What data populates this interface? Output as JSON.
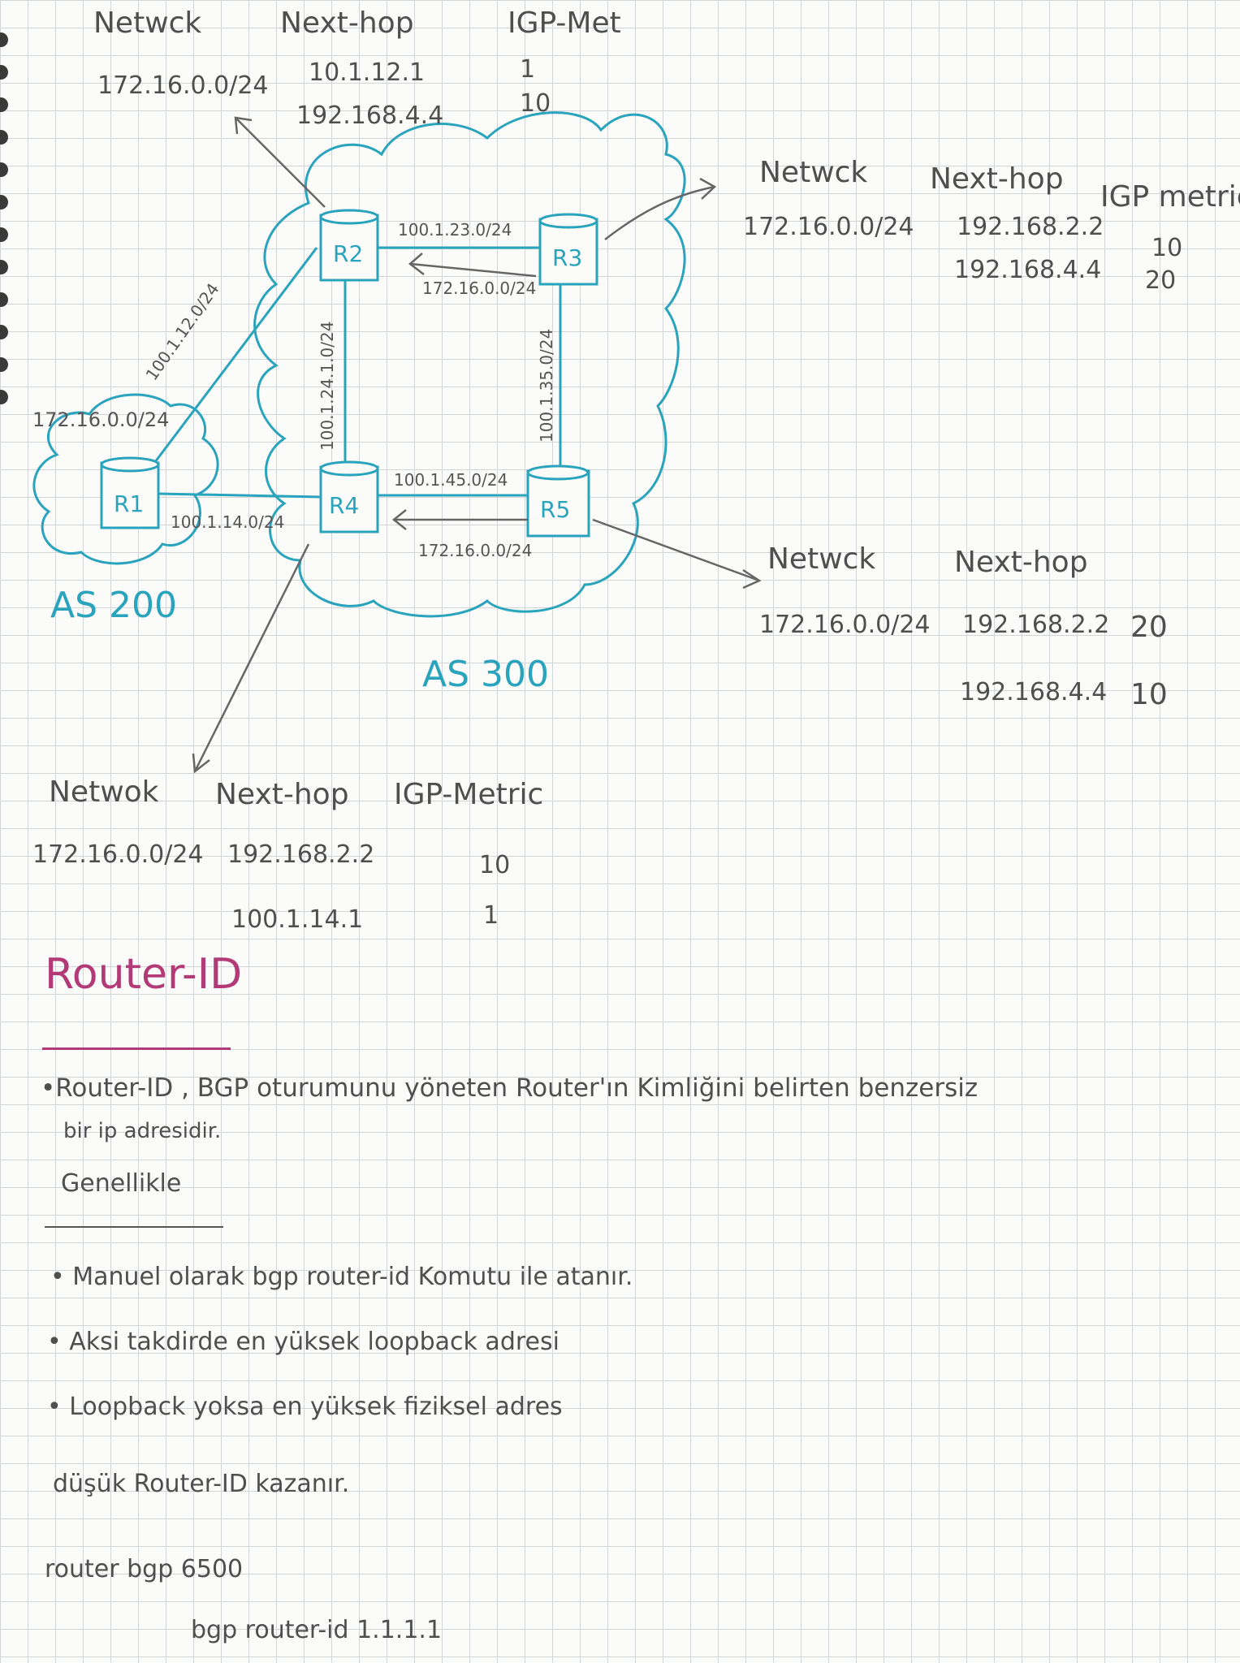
{
  "top_table": {
    "headers": [
      "Netwck",
      "Next-hop",
      "IGP-Met"
    ],
    "row1": {
      "network": "172.16.0.0/24",
      "nexthop": "10.1.12.1",
      "metric": "1"
    },
    "row2": {
      "nexthop": "192.168.4.4",
      "metric": "10"
    }
  },
  "r3_table": {
    "headers": [
      "Netwck",
      "Next-hop",
      "IGP metric"
    ],
    "network": "172.16.0.0/24",
    "rows": [
      {
        "nexthop": "192.168.2.2",
        "metric": "10"
      },
      {
        "nexthop": "192.168.4.4",
        "metric": "20"
      }
    ]
  },
  "r5_table": {
    "headers": [
      "Netwck",
      "Next-hop"
    ],
    "network": "172.16.0.0/24",
    "rows": [
      {
        "nexthop": "192.168.2.2",
        "metric": "20"
      },
      {
        "nexthop": "192.168.4.4",
        "metric": "10"
      }
    ]
  },
  "r4_table": {
    "headers": [
      "Netwok",
      "Next-hop",
      "IGP-Metric"
    ],
    "network": "172.16.0.0/24",
    "rows": [
      {
        "nexthop": "192.168.2.2",
        "metric": "10"
      },
      {
        "nexthop": "100.1.14.1",
        "metric": "1"
      }
    ]
  },
  "diagram": {
    "routers": [
      "R1",
      "R2",
      "R3",
      "R4",
      "R5"
    ],
    "as200_label": "AS 200",
    "as300_label": "AS 300",
    "r1_network": "172.16.0.0/24",
    "links": {
      "r1_r2": "100.1.12.0/24",
      "r1_r4": "100.1.14.0/24",
      "r2_r3": "100.1.23.0/24",
      "r2_r4": "100.1.24.1.0/24",
      "r3_r5": "100.1.35.0/24",
      "r4_r5": "100.1.45.0/24"
    },
    "adv_r3_r2": "172.16.0.0/24",
    "adv_r5_r4": "172.16.0.0/24"
  },
  "notes": {
    "title": "Router-ID",
    "line1": "•Router-ID , BGP oturumunu yöneten Router'ın Kimliğini belirten benzersiz",
    "line1b": "bir ip adresidir.",
    "subtitle": "Genellikle",
    "bullet1": "• Manuel olarak  bgp router-id  Komutu ile atanır.",
    "bullet2": "• Aksi takdirde en yüksek loopback adresi",
    "bullet3": "• Loopback yoksa en yüksek fiziksel adres",
    "line_low": "düşük  Router-ID kazanır.",
    "cmd1": "router  bgp 6500",
    "cmd2": "bgp  router-id 1.1.1.1"
  }
}
